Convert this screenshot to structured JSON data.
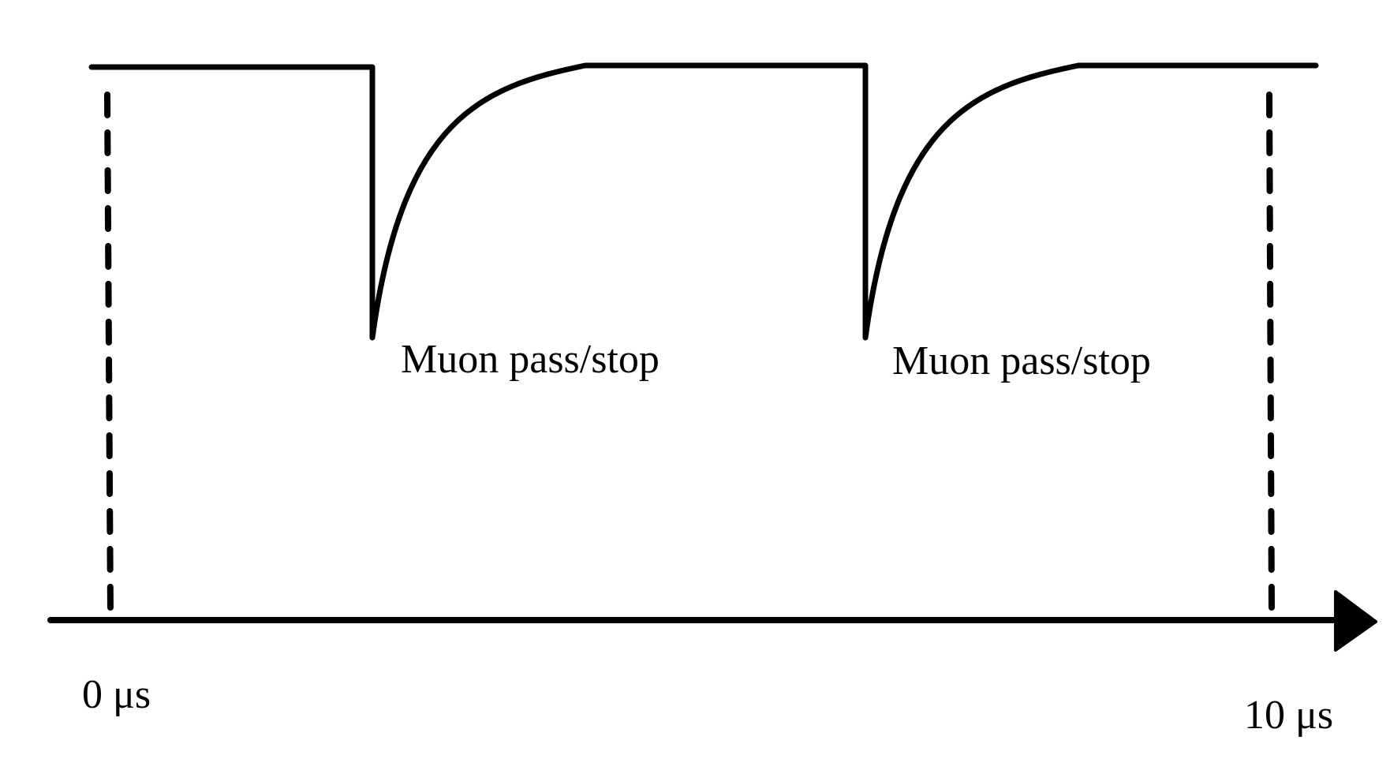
{
  "diagram": {
    "events": [
      {
        "label": "Muon pass/stop"
      },
      {
        "label": "Muon pass/stop"
      }
    ],
    "time_axis": {
      "start_label": "0 μs",
      "end_label": "10 μs"
    },
    "colors": {
      "stroke": "#000000",
      "background": "#ffffff"
    }
  }
}
